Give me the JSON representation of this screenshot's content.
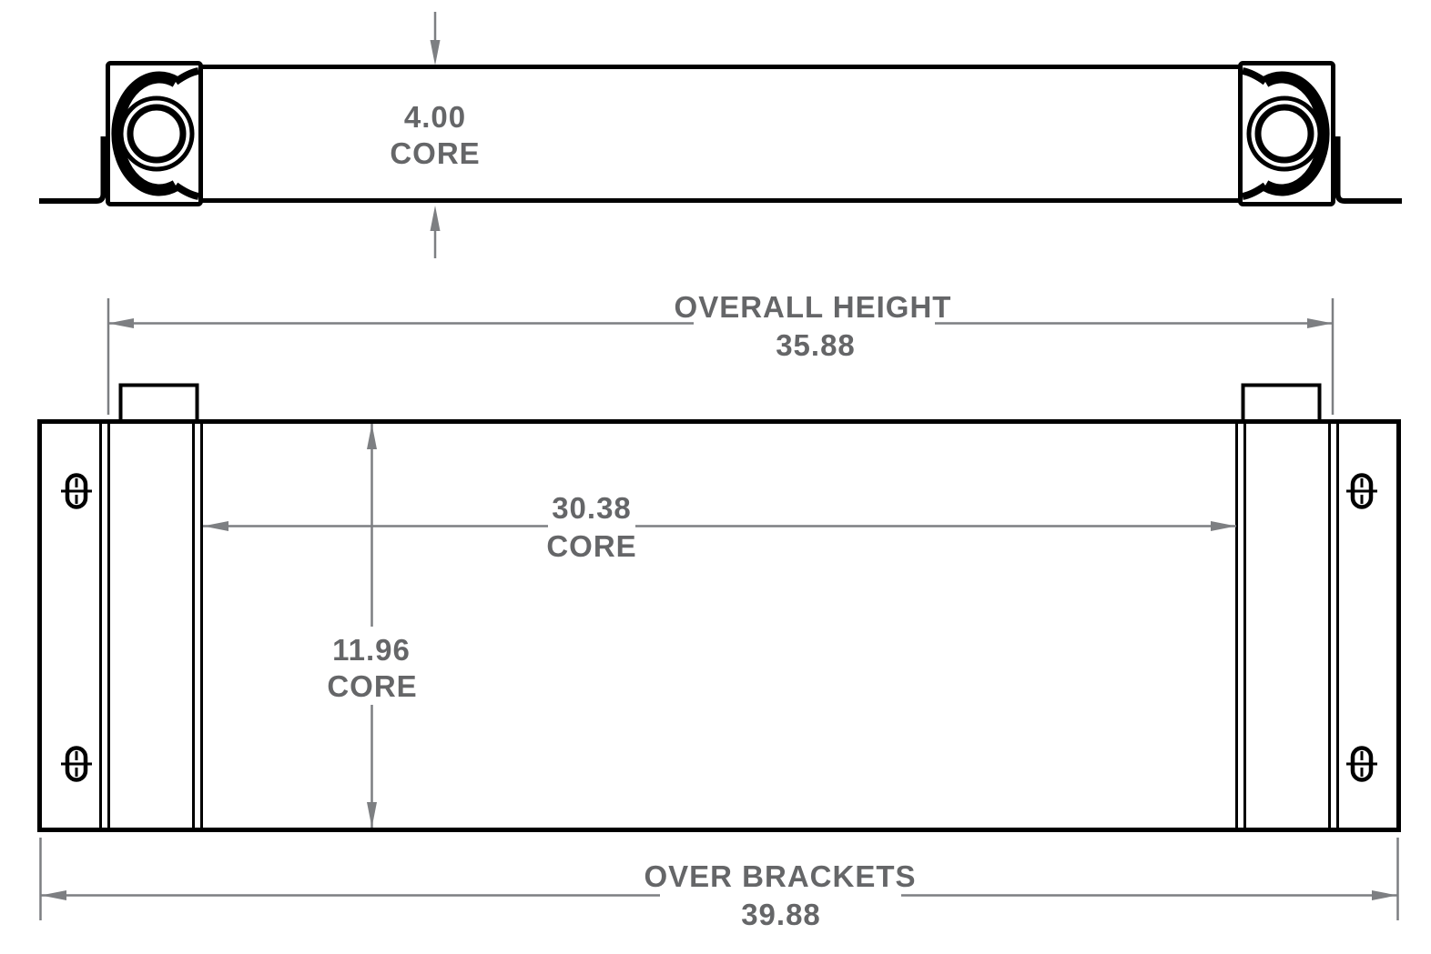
{
  "drawing": {
    "type": "engineering-dimension-drawing",
    "views": {
      "top_view": "cooler core top profile with end tanks, fittings and mounting bracket feet",
      "front_view": "cooler core front face with side tanks, brackets, slots and top tabs"
    },
    "dimensions": {
      "core_depth": {
        "value": "4.00",
        "label": "CORE"
      },
      "overall_height": {
        "label": "OVERALL HEIGHT",
        "value": "35.88"
      },
      "core_width": {
        "value": "30.38",
        "label": "CORE"
      },
      "core_height": {
        "value": "11.96",
        "label": "CORE"
      },
      "over_brackets": {
        "label": "OVER BRACKETS",
        "value": "39.88"
      }
    }
  },
  "colors": {
    "background": "#ffffff",
    "drawing-line": "#000000",
    "dim-line": "#7d7f82",
    "dim-text": "#656668"
  }
}
